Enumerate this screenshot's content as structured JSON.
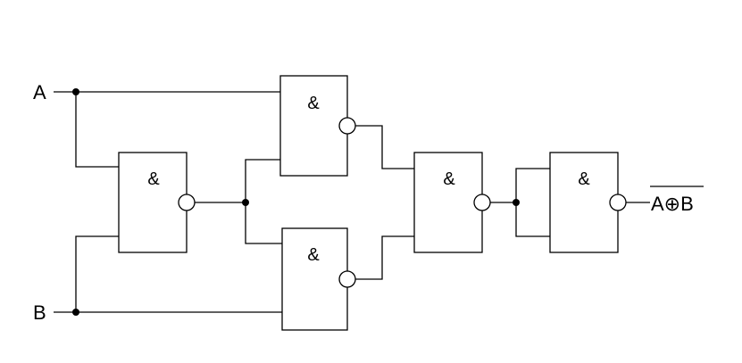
{
  "inputs": [
    {
      "id": "A",
      "label": "A"
    },
    {
      "id": "B",
      "label": "B"
    }
  ],
  "gates": [
    {
      "id": "g1",
      "symbol": "&"
    },
    {
      "id": "g2",
      "symbol": "&"
    },
    {
      "id": "g3",
      "symbol": "&"
    },
    {
      "id": "g4",
      "symbol": "&"
    },
    {
      "id": "g5",
      "symbol": "&"
    }
  ],
  "output": {
    "label": "A⊕B",
    "negated": true
  }
}
